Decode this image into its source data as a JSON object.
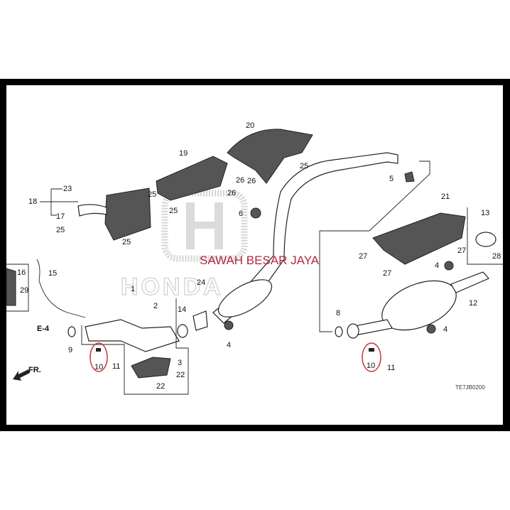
{
  "watermark": {
    "text": "SAWAH BESAR JAYA",
    "color": "#b22a3e",
    "logo": "honda-logo",
    "logo_text": "HONDA"
  },
  "diagram_code": "TE7JB0200",
  "front_marker": "FR.",
  "highlight_color": "#d0303a",
  "labels": {
    "p20": "20",
    "p19": "19",
    "p23": "23",
    "p18": "18",
    "p17": "17",
    "p25a": "25",
    "p25b": "25",
    "p25c": "25",
    "p25d": "25",
    "p25e": "25",
    "p26a": "26",
    "p26b": "26",
    "p26c": "26",
    "p6": "6",
    "p5": "5",
    "p21": "21",
    "p13": "13",
    "p27a": "27",
    "p27b": "27",
    "p27c": "27",
    "p28": "28",
    "p4a": "4",
    "p4b": "4",
    "p4c": "4",
    "p12": "12",
    "p8": "8",
    "p10a": "10",
    "p11a": "11",
    "p10b": "10",
    "p11b": "11",
    "p16": "16",
    "p15": "15",
    "p29": "29",
    "p1": "1",
    "p24": "24",
    "p2": "2",
    "p14": "14",
    "pE4": "E-4",
    "p9": "9",
    "p3": "3",
    "p22a": "22",
    "p22b": "22"
  }
}
